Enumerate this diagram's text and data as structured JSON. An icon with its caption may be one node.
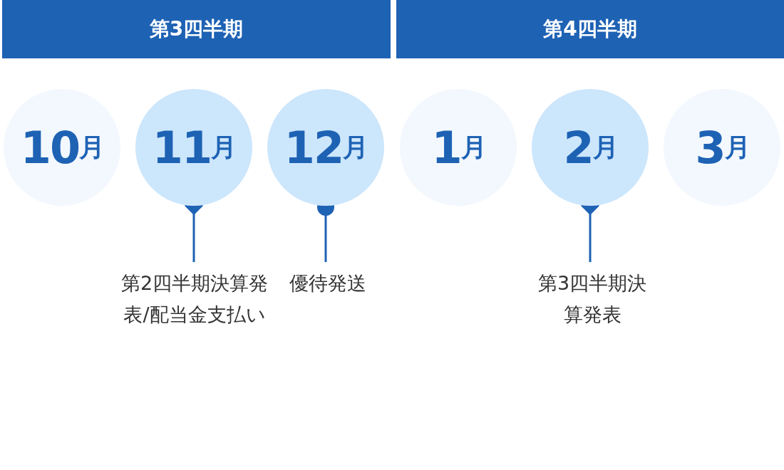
{
  "diagram": {
    "nodes": [
      {
        "text": [
          "第3四半期"
        ]
      },
      {
        "text": [
          "第4四半期"
        ]
      },
      {
        "text": [
          "10月"
        ]
      },
      {
        "text": [
          "11月"
        ]
      },
      {
        "text": [
          "12月"
        ]
      },
      {
        "text": [
          "1月"
        ]
      },
      {
        "text": [
          "2月"
        ]
      },
      {
        "text": [
          "3月"
        ]
      },
      {
        "text": [
          "第2四半期決算発表/配当金支払い"
        ]
      },
      {
        "text": [
          "優待発送"
        ]
      },
      {
        "text": [
          "第3四半期決算発表"
        ]
      }
    ],
    "edges": [
      {
        "from": 3,
        "to": 8,
        "arrow": "other"
      },
      {
        "from": 4,
        "to": 9,
        "arrow": "other"
      },
      {
        "from": 6,
        "to": 10,
        "arrow": "other"
      }
    ]
  }
}
